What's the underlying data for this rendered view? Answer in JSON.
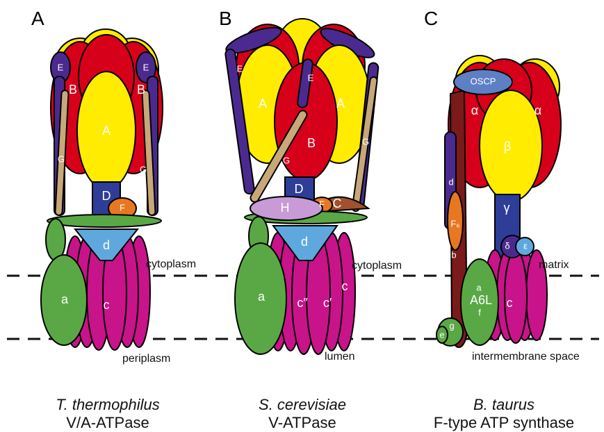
{
  "colors": {
    "red": "#d7001a",
    "yellow": "#ffec00",
    "purple": "#4b2a8f",
    "tan": "#c8a878",
    "navy": "#2e3d97",
    "orange": "#e87722",
    "brown_orange": "#a0522d",
    "green": "#5aa845",
    "light_blue": "#5fa8dd",
    "magenta": "#c8138a",
    "lilac": "#c89ad6",
    "maroon": "#7a1a1a",
    "steel_blue": "#5d7fc4",
    "outline": "#000000",
    "subunit_text": "#ffffff",
    "membrane_line": "#111111"
  },
  "panels": [
    {
      "letter": "A",
      "species": "T. thermophilus",
      "enzyme": "V/A-ATPase",
      "compartments": {
        "upper": "cytoplasm",
        "lower": "periplasm"
      },
      "subunits": {
        "E_left": "E",
        "E_right": "E",
        "B_left": "B",
        "B_right": "B",
        "A": "A",
        "G_left": "G",
        "G_right": "G",
        "D": "D",
        "F": "F",
        "d": "d",
        "a": "a",
        "c": "c"
      }
    },
    {
      "letter": "B",
      "species": "S. cerevisiae",
      "enzyme": "V-ATPase",
      "compartments": {
        "upper": "cytoplasm",
        "lower": "lumen"
      },
      "subunits": {
        "E_left": "E",
        "E_mid": "E",
        "A_left": "A",
        "A_right": "A",
        "B": "B",
        "G_left": "G",
        "G_right": "G",
        "D": "D",
        "H": "H",
        "F": "F",
        "C": "C",
        "d": "d",
        "a": "a",
        "c_double": "c″",
        "c_prime": "c′",
        "c": "c"
      }
    },
    {
      "letter": "C",
      "species": "B. taurus",
      "enzyme": "F-type ATP synthase",
      "compartments": {
        "upper": "matrix",
        "lower": "intermembrane space"
      },
      "subunits": {
        "OSCP": "OSCP",
        "alpha_left": "α",
        "alpha_right": "α",
        "beta": "β",
        "gamma": "γ",
        "delta": "δ",
        "epsilon": "ε",
        "d": "d",
        "F6": "F₆",
        "b": "b",
        "a": "a",
        "A6L": "A6L",
        "f": "f",
        "c": "c",
        "g": "g",
        "e": "e"
      }
    }
  ]
}
